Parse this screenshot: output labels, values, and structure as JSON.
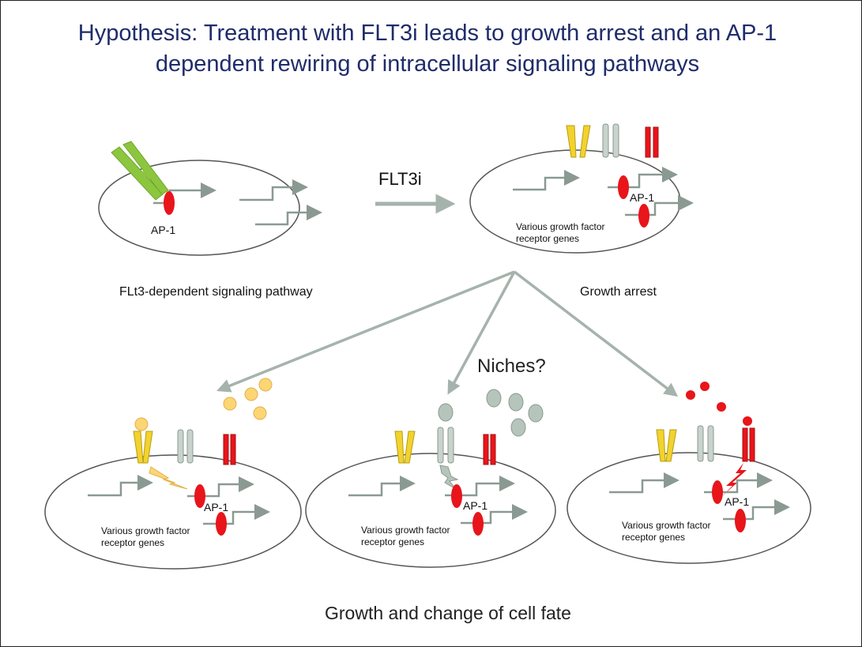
{
  "title": {
    "line1": "Hypothesis: Treatment with FLT3i leads to growth arrest and an AP-1",
    "line2": "dependent rewiring of intracellular signaling pathways"
  },
  "labels": {
    "ap1": "AP-1",
    "treatment": "FLT3i",
    "flt3_pathway": "FLt3-dependent signaling pathway",
    "growth_arrest": "Growth arrest",
    "niches": "Niches?",
    "genes_line1": "Various growth factor",
    "genes_line2": "receptor genes",
    "footer": "Growth and change of cell fate"
  },
  "colors": {
    "title": "#1f2c6b",
    "ap1_red": "#e8151b",
    "receptor_yellow": "#f2d22e",
    "receptor_gray": "#c9d3cd",
    "receptor_red": "#e8151b",
    "ligand_yellow": "#fcd574",
    "ligand_gray": "#b6c5bb",
    "ligand_red": "#e8151b",
    "flt3_ligand_green": "#8cc63e",
    "gene_arrow": "#8a9a92",
    "big_arrow": "#a5b3ac"
  }
}
